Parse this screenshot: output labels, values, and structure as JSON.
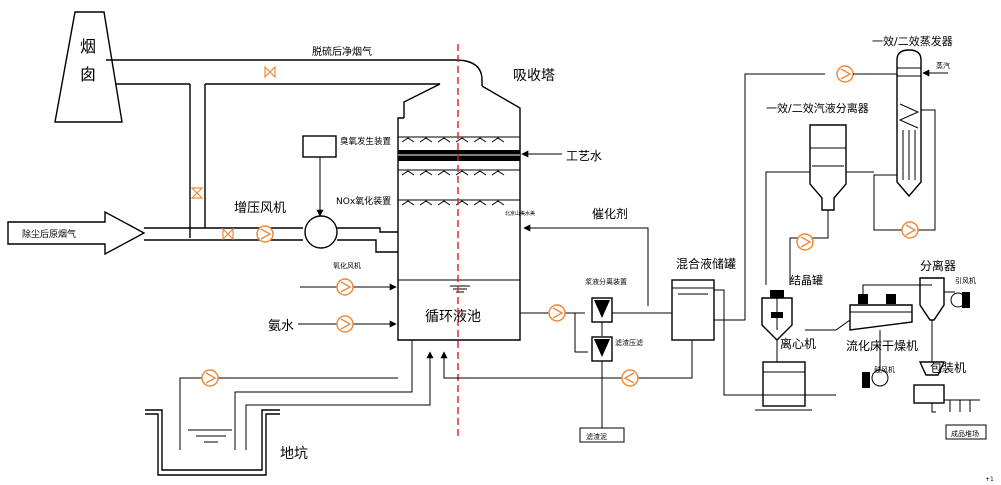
{
  "labels": {
    "chimney": "烟囱",
    "clean_flue_gas": "脱硫后净烟气",
    "absorber": "吸收塔",
    "ozone_generator": "臭氧发生装置",
    "nox_unit": "NOx氧化装置",
    "process_water": "工艺水",
    "booster_fan": "增压风机",
    "dedusted_flue_gas": "除尘后原烟气",
    "catalyst": "催化剂",
    "oxidation_fan": "氧化风机",
    "ammonia_water": "氨水",
    "circulation_tank": "循环液池",
    "slurry_separator": "浆液分离装置",
    "filter_press": "滤渣压滤",
    "filter_residue": "滤渣泥",
    "mixing_tank": "混合液储罐",
    "pit": "地坑",
    "evaporator": "一效/二效蒸发器",
    "steam": "蒸汽",
    "gas_liquid_separator": "一效/二效汽液分离器",
    "crystallizer": "结晶罐",
    "separator": "分离器",
    "induced_fan": "引风机",
    "fluid_bed_dryer": "流化床干燥机",
    "centrifuge": "离心机",
    "blower": "鼓风机",
    "packing_machine": "包装机",
    "product_storage": "成品堆场",
    "watermark": "北京山美水美",
    "corner_mark": "+1"
  },
  "colors": {
    "pump": "#ee8a3c",
    "divider": "#dd2020",
    "line": "#000000"
  }
}
